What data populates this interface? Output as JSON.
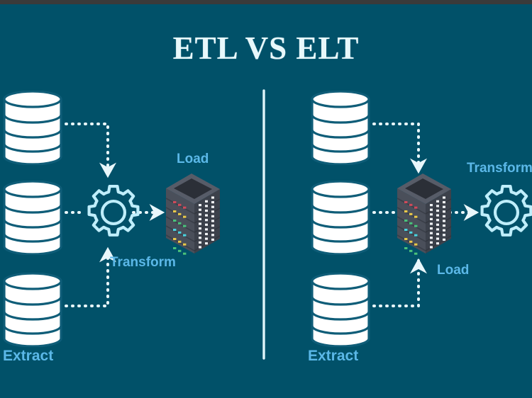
{
  "meta": {
    "title": "ETL VS ELT",
    "background_color": "#015169",
    "topbar_color": "#3a3a3a",
    "title_color": "#e8f8fb",
    "label_color": "#5bb8e8",
    "line_color": "#e9f7fb",
    "db_fill": "#ffffff",
    "db_stroke": "#0f5d78",
    "gear_color": "#bfeefb",
    "server_body": "#4a4f5a",
    "server_top": "#3a3f49",
    "server_side": "#3f444e"
  },
  "divider": {
    "name": "center-divider"
  },
  "left_panel": {
    "name": "etl-diagram",
    "flow": "ETL",
    "databases": [
      {
        "label": "source-db-top"
      },
      {
        "label": "source-db-middle"
      },
      {
        "label": "source-db-bottom"
      }
    ],
    "labels": {
      "extract": "Extract",
      "transform": "Transform",
      "load": "Load"
    },
    "gear": {
      "name": "transform-gear-icon"
    },
    "warehouse": {
      "name": "data-warehouse-server-icon"
    }
  },
  "right_panel": {
    "name": "elt-diagram",
    "flow": "ELT",
    "databases": [
      {
        "label": "source-db-top"
      },
      {
        "label": "source-db-middle"
      },
      {
        "label": "source-db-bottom"
      }
    ],
    "labels": {
      "extract": "Extract",
      "transform": "Transform",
      "load": "Load"
    },
    "gear": {
      "name": "transform-gear-icon"
    },
    "warehouse": {
      "name": "data-warehouse-server-icon"
    }
  },
  "server_leds": {
    "rows": [
      "#d04a5a",
      "#e8c84a",
      "#4ac27a",
      "#4ad4e0",
      "#e8c84a",
      "#4ac27a"
    ]
  }
}
